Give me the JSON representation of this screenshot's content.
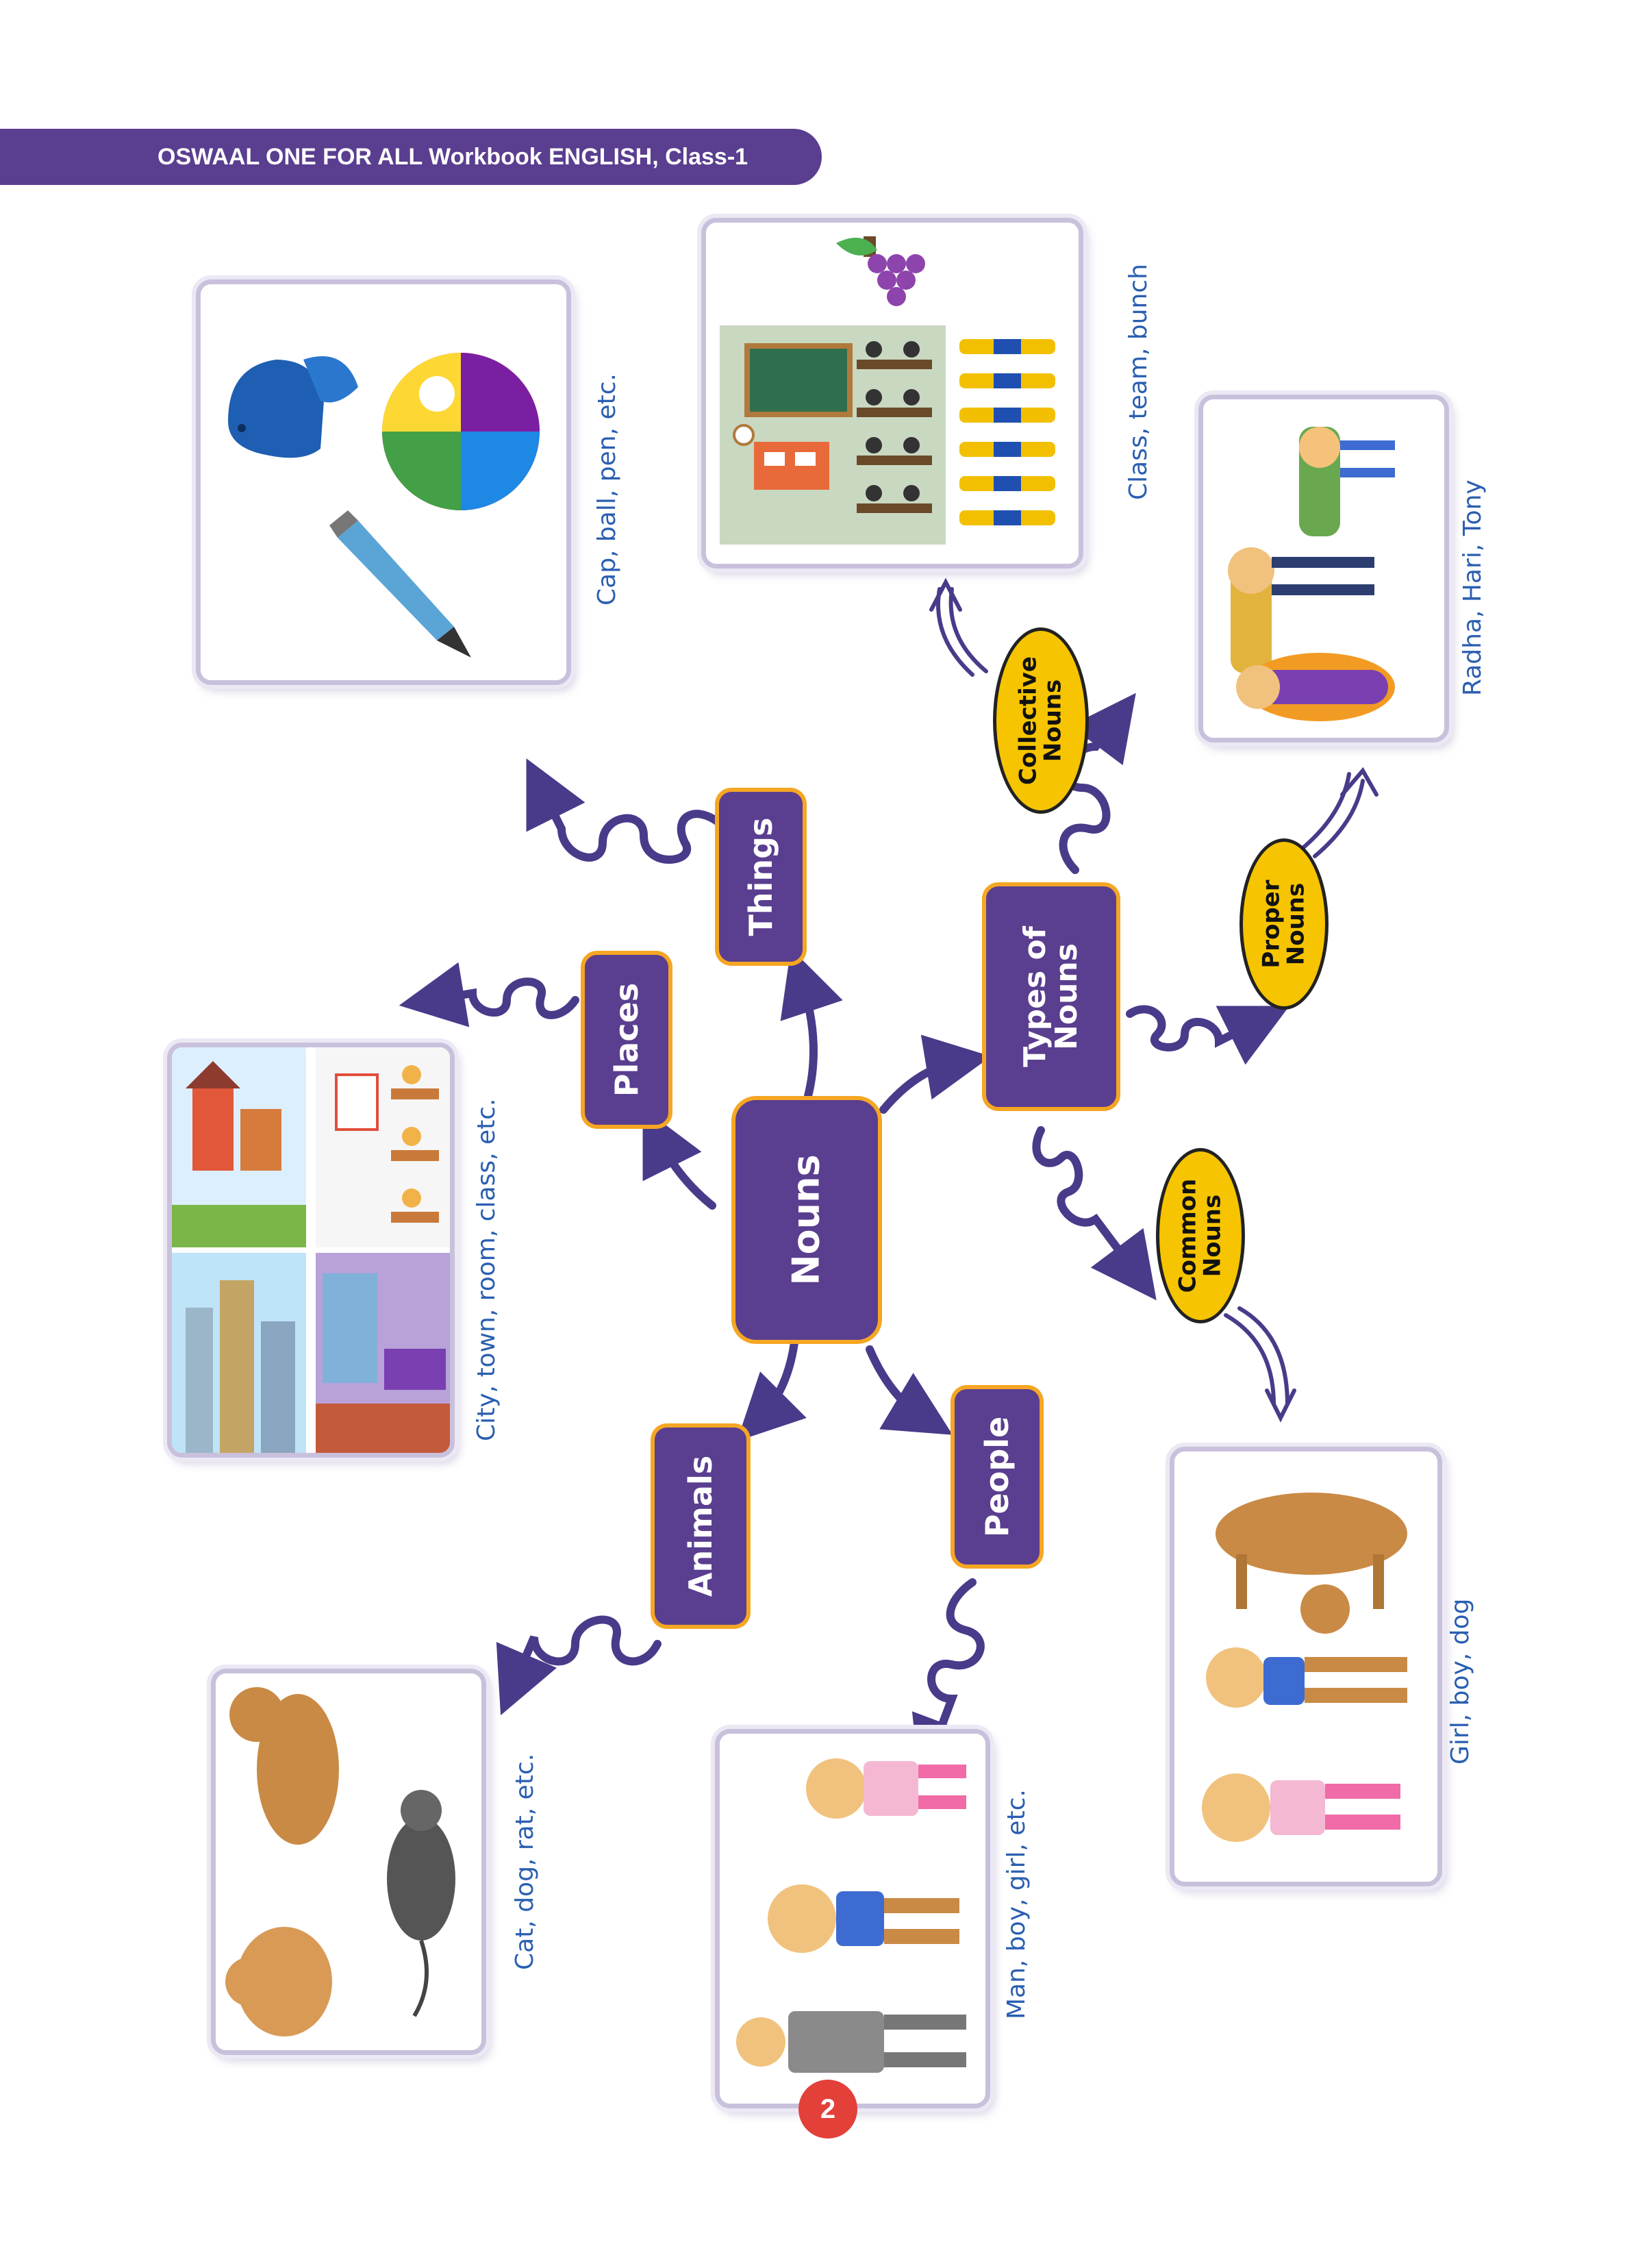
{
  "header": {
    "title": "OSWAAL ONE FOR ALL Workbook ENGLISH, Class-1"
  },
  "center": {
    "label": "Nouns"
  },
  "categories": {
    "things": "Things",
    "places": "Places",
    "animals": "Animals",
    "people": "People",
    "types": "Types of Nouns"
  },
  "types": {
    "collective": "Collective Nouns",
    "proper": "Proper Nouns",
    "common": "Common Nouns"
  },
  "captions": {
    "things": "Cap, ball, pen, etc.",
    "places": "City, town, room, class, etc.",
    "animals": "Cat, dog, rat, etc.",
    "people": "Man, boy, girl, etc.",
    "collective": "Class, team, bunch",
    "proper": "Radha, Hari, Tony",
    "common": "Girl, boy, dog"
  },
  "page": {
    "number": "2"
  },
  "colors": {
    "purple": "#5a3e8f",
    "orange": "#f5a623",
    "yellow": "#f6c400",
    "caption_blue": "#2a5fb0",
    "page_red": "#e3403a"
  }
}
